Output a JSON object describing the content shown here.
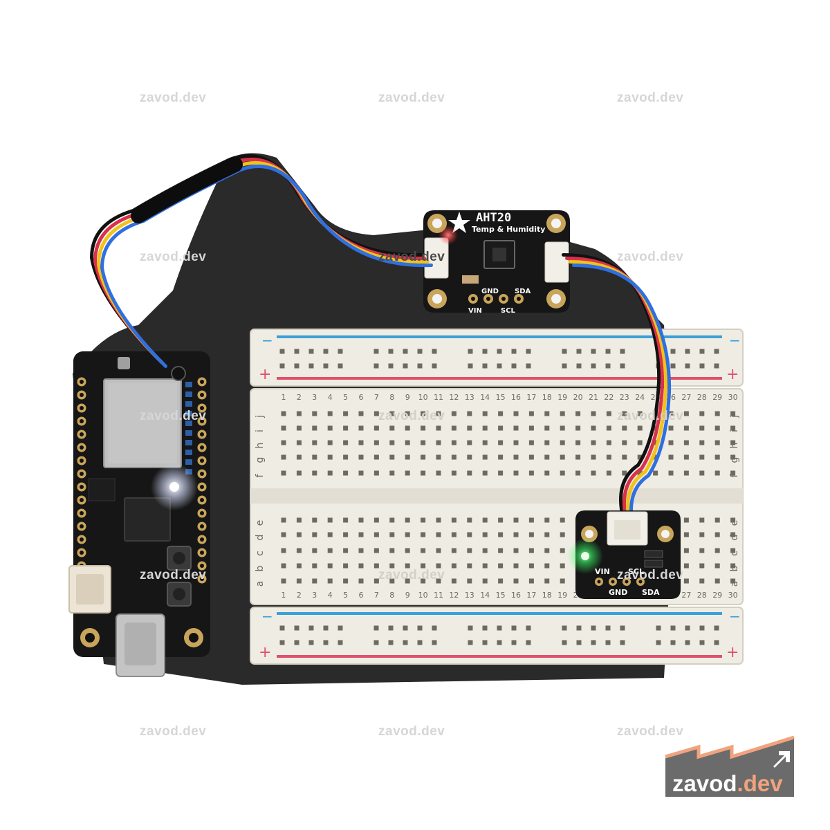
{
  "watermark": {
    "text": "zavod.dev"
  },
  "logo": {
    "name": "zavod",
    "tld": ".dev"
  },
  "sensor_big": {
    "title": "AHT20",
    "subtitle": "Temp & Humidity",
    "pins": [
      "VIN",
      "GND",
      "SCL",
      "SDA"
    ]
  },
  "sensor_small": {
    "pins_top": [
      "VIN",
      "SCL"
    ],
    "pins_bottom": [
      "GND",
      "SDA"
    ]
  },
  "breadboard": {
    "column_count": 30,
    "rows_top": [
      "j",
      "i",
      "h",
      "g",
      "f"
    ],
    "rows_bottom": [
      "e",
      "d",
      "c",
      "b",
      "a"
    ],
    "rail_minus": "−",
    "rail_plus": "+"
  },
  "colors": {
    "mat": "#2a2a2a",
    "board": "#efece4",
    "rail_blue": "#3aa0d8",
    "rail_red": "#e0506a",
    "pcb": "#161616",
    "wire_red": "#d8324a",
    "wire_yellow": "#f1c21b",
    "wire_blue": "#2f6fe0",
    "wire_black": "#111111",
    "led_green": "#3cff6a",
    "logo_bg": "#6b6b6b",
    "logo_accent": "#f0a37e"
  }
}
